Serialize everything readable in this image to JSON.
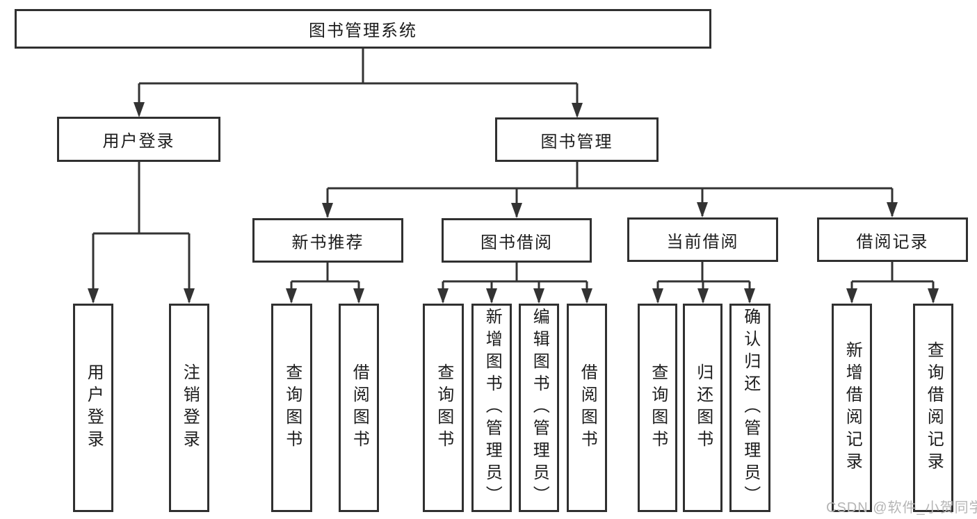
{
  "diagram": {
    "type": "hierarchy-tree",
    "title": "图书管理系统",
    "watermark": "CSDN @软件_小贺同学",
    "colors": {
      "background": "#ffffff",
      "line": "#333333",
      "box_border": "#303030",
      "text": "#1c1c1c",
      "watermark": "#b5b5b5"
    },
    "nodes": {
      "root": {
        "label": "图书管理系统"
      },
      "user_login": {
        "label": "用户登录"
      },
      "book_mgmt": {
        "label": "图书管理"
      },
      "new_book_rec": {
        "label": "新书推荐"
      },
      "book_borrow": {
        "label": "图书借阅"
      },
      "current_borrow": {
        "label": "当前借阅"
      },
      "borrow_record": {
        "label": "借阅记录"
      },
      "leaf_user_login": {
        "label": "用户登录"
      },
      "leaf_logout": {
        "label": "注销登录"
      },
      "leaf_rec_query": {
        "label": "查询图书"
      },
      "leaf_rec_borrow": {
        "label": "借阅图书"
      },
      "leaf_bb_query": {
        "label": "查询图书"
      },
      "leaf_bb_add": {
        "label": "新增图书（管理员）"
      },
      "leaf_bb_edit": {
        "label": "编辑图书（管理员）"
      },
      "leaf_bb_borrow": {
        "label": "借阅图书"
      },
      "leaf_cb_query": {
        "label": "查询图书"
      },
      "leaf_cb_return": {
        "label": "归还图书"
      },
      "leaf_cb_confirm": {
        "label": "确认归还（管理员）"
      },
      "leaf_br_add": {
        "label": "新增借阅记录"
      },
      "leaf_br_query": {
        "label": "查询借阅记录"
      }
    },
    "hierarchy": {
      "图书管理系统": {
        "用户登录": [
          "用户登录",
          "注销登录"
        ],
        "图书管理": {
          "新书推荐": [
            "查询图书",
            "借阅图书"
          ],
          "图书借阅": [
            "查询图书",
            "新增图书（管理员）",
            "编辑图书（管理员）",
            "借阅图书"
          ],
          "当前借阅": [
            "查询图书",
            "归还图书",
            "确认归还（管理员）"
          ],
          "借阅记录": [
            "新增借阅记录",
            "查询借阅记录"
          ]
        }
      }
    }
  }
}
